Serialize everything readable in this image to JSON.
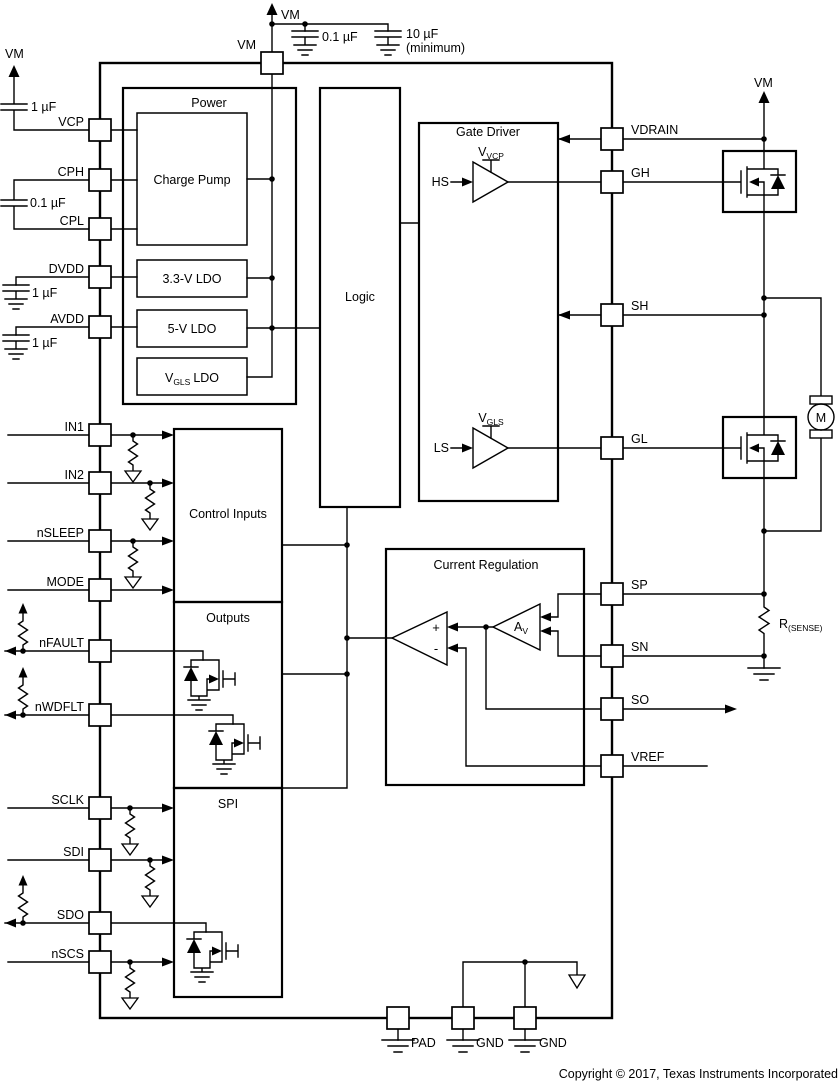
{
  "ic": {
    "copyright": "Copyright © 2017, Texas Instruments Incorporated"
  },
  "rails": {
    "vm_top_left": "VM",
    "vm_top": "VM",
    "vm_top_pin": "VM",
    "vm_right": "VM"
  },
  "caps": {
    "vcp": "1 µF",
    "cp": "0.1 µF",
    "dvdd": "1 µF",
    "avdd": "1 µF",
    "bulk1": "0.1 µF",
    "bulk2": "10 µF",
    "bulk2_note": "(minimum)"
  },
  "pins": {
    "top": "VM",
    "left": {
      "vcp": "VCP",
      "cph": "CPH",
      "cpl": "CPL",
      "dvdd": "DVDD",
      "avdd": "AVDD",
      "in1": "IN1",
      "in2": "IN2",
      "nsleep": "nSLEEP",
      "mode": "MODE",
      "nfault": "nFAULT",
      "nwdflt": "nWDFLT",
      "sclk": "SCLK",
      "sdi": "SDI",
      "sdo": "SDO",
      "nscs": "nSCS"
    },
    "right": {
      "vdrain": "VDRAIN",
      "gh": "GH",
      "sh": "SH",
      "gl": "GL",
      "sp": "SP",
      "sn": "SN",
      "so": "SO",
      "vref": "VREF"
    },
    "bottom": {
      "pad": "PAD",
      "gnd1": "GND",
      "gnd2": "GND"
    }
  },
  "blocks": {
    "power": "Power",
    "charge_pump": "Charge Pump",
    "ldo_33": "3.3-V LDO",
    "ldo_5": "5-V LDO",
    "ldo_vgls_base": "V",
    "ldo_vgls_sub": "GLS",
    "ldo_vgls_suffix": "LDO",
    "logic": "Logic",
    "gate_driver": "Gate Driver",
    "control_inputs": "Control Inputs",
    "outputs": "Outputs",
    "spi": "SPI",
    "current_reg": "Current Regulation"
  },
  "gate_driver": {
    "hs": "HS",
    "ls": "LS",
    "vvcp_base": "V",
    "vvcp_sub": "VCP",
    "vgls_base": "V",
    "vgls_sub": "GLS"
  },
  "current_reg": {
    "av_base": "A",
    "av_sub": "V",
    "plus": "+",
    "minus": "-"
  },
  "motor": {
    "label": "M"
  },
  "rsense": {
    "base": "R",
    "sub": "(SENSE)"
  }
}
